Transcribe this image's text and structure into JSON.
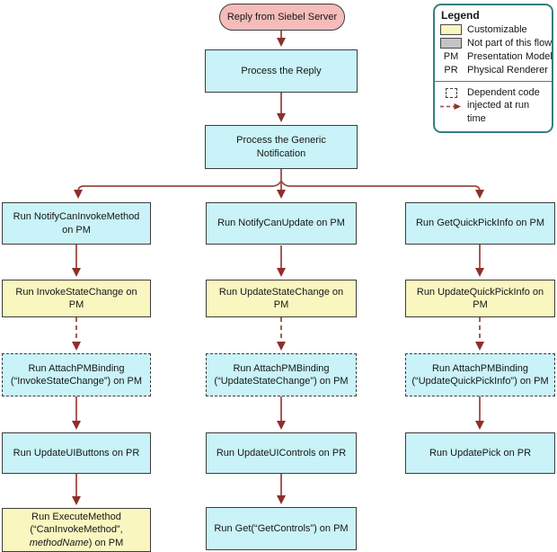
{
  "colors": {
    "customizable_fill": "#f9f6c0",
    "flow_step_fill": "#c9f3f8",
    "start_node_fill": "#f5bcb9",
    "not_part_fill": "#c4c4c4",
    "box_border": "#3d3d3d",
    "arrow_shaft": "#a85b55",
    "arrow_head": "#8e2f2b",
    "legend_border": "#357f7f"
  },
  "flow": {
    "start": "Reply from Siebel Server",
    "step1": "Process the Reply",
    "step2": "Process the Generic Notification",
    "columns": [
      {
        "steps": [
          {
            "label": "Run NotifyCanInvokeMethod on PM",
            "type": "flow"
          },
          {
            "label": "Run InvokeStateChange on PM",
            "type": "customizable"
          },
          {
            "label": "Run AttachPMBinding (“InvokeStateChange”) on PM",
            "type": "flow-dashed"
          },
          {
            "label": "Run UpdateUIButtons on PR",
            "type": "flow"
          }
        ],
        "last": {
          "line1": "Run ExecuteMethod",
          "line2": "(“CanInvokeMethod”,",
          "line3_italic": "methodName",
          "line3_rest": ") on PM",
          "type": "customizable"
        }
      },
      {
        "steps": [
          {
            "label": "Run NotifyCanUpdate on PM",
            "type": "flow"
          },
          {
            "label": "Run UpdateStateChange on PM",
            "type": "customizable"
          },
          {
            "label": "Run AttachPMBinding (“UpdateStateChange”) on PM",
            "type": "flow-dashed"
          },
          {
            "label": "Run UpdateUIControls on PR",
            "type": "flow"
          },
          {
            "label": "Run Get(“GetControls”) on PM",
            "type": "flow"
          }
        ]
      },
      {
        "steps": [
          {
            "label": "Run GetQuickPickInfo on PM",
            "type": "flow"
          },
          {
            "label": "Run UpdateQuickPickInfo on PM",
            "type": "customizable"
          },
          {
            "label": "Run AttachPMBinding (“UpdateQuickPickInfo”) on PM",
            "type": "flow-dashed"
          },
          {
            "label": "Run UpdatePick on PR",
            "type": "flow"
          }
        ]
      }
    ]
  },
  "legend": {
    "title": "Legend",
    "customizable": "Customizable",
    "not_part": "Not part of this flow",
    "pm_key": "PM",
    "pm_label": "Presentation Model",
    "pr_key": "PR",
    "pr_label": "Physical Renderer",
    "dependent_line1": "Dependent code",
    "dependent_line2": "injected at run time"
  }
}
